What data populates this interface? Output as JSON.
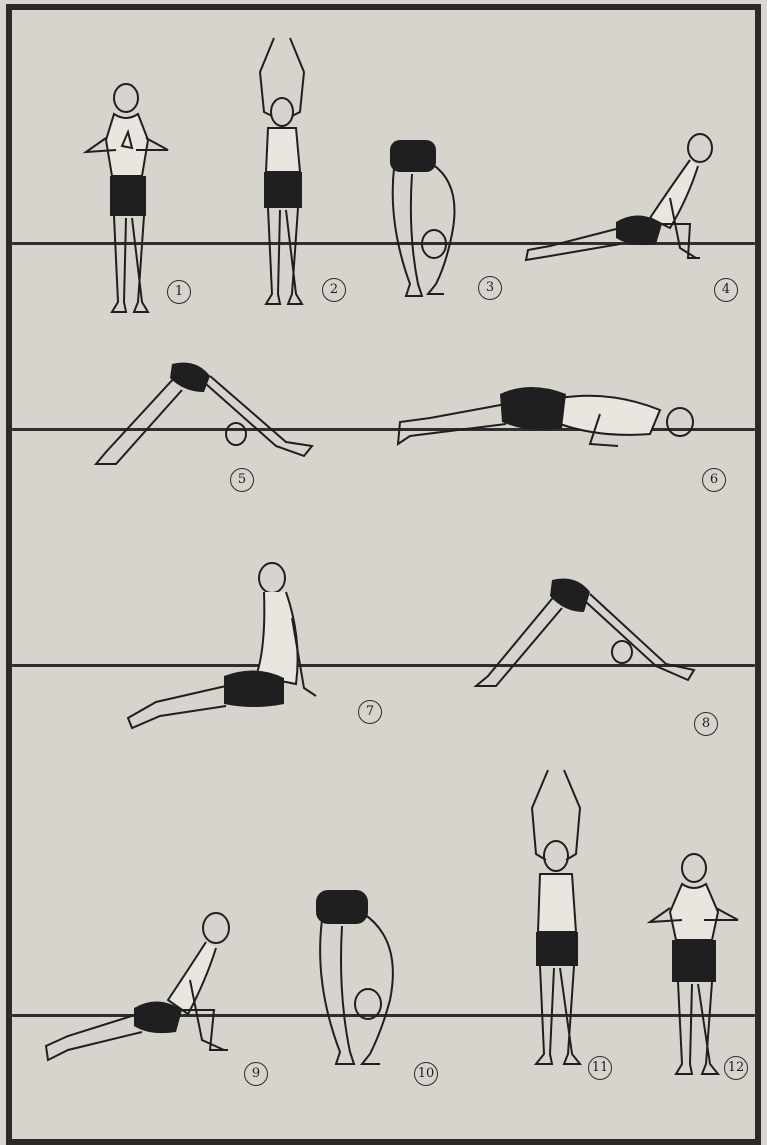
{
  "steps": [
    {
      "number": "1"
    },
    {
      "number": "2"
    },
    {
      "number": "3"
    },
    {
      "number": "4"
    },
    {
      "number": "5"
    },
    {
      "number": "6"
    },
    {
      "number": "7"
    },
    {
      "number": "8"
    },
    {
      "number": "9"
    },
    {
      "number": "10"
    },
    {
      "number": "11"
    },
    {
      "number": "12"
    }
  ],
  "colors": {
    "ink": "#1f1f1f",
    "paper": "#d7d4cd",
    "border": "#2b2a28"
  }
}
